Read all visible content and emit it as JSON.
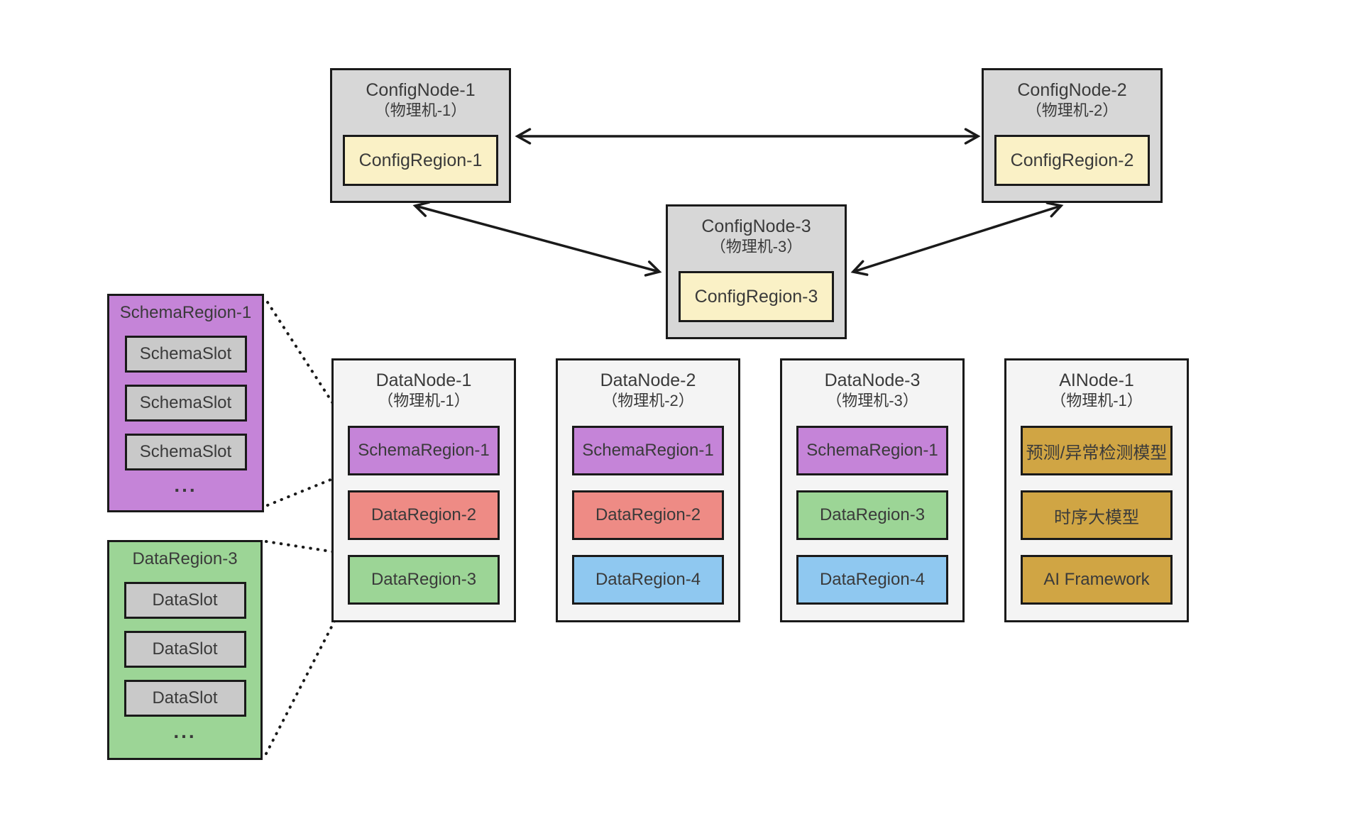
{
  "colors": {
    "config_node_bg": "#d7d7d7",
    "worker_node_bg": "#f4f4f4",
    "config_region_cream": "#faf1c6",
    "schema_region_purple": "#c584d8",
    "data_region_red": "#ee8b85",
    "data_region_green": "#9cd596",
    "data_region_blue": "#8fc8f0",
    "ai_region_gold": "#d0a544",
    "slot_gray": "#c9c9c9",
    "line_black": "#1a1a1a"
  },
  "config_nodes": [
    {
      "title": "ConfigNode-1",
      "subtitle": "（物理机-1）",
      "region": {
        "label": "ConfigRegion-1",
        "color": "#faf1c6"
      }
    },
    {
      "title": "ConfigNode-2",
      "subtitle": "（物理机-2）",
      "region": {
        "label": "ConfigRegion-2",
        "color": "#faf1c6"
      }
    },
    {
      "title": "ConfigNode-3",
      "subtitle": "（物理机-3）",
      "region": {
        "label": "ConfigRegion-3",
        "color": "#faf1c6"
      }
    }
  ],
  "worker_nodes": [
    {
      "title": "DataNode-1",
      "subtitle": "（物理机-1）",
      "regions": [
        {
          "label": "SchemaRegion-1",
          "color": "#c584d8"
        },
        {
          "label": "DataRegion-2",
          "color": "#ee8b85"
        },
        {
          "label": "DataRegion-3",
          "color": "#9cd596"
        }
      ]
    },
    {
      "title": "DataNode-2",
      "subtitle": "（物理机-2）",
      "regions": [
        {
          "label": "SchemaRegion-1",
          "color": "#c584d8"
        },
        {
          "label": "DataRegion-2",
          "color": "#ee8b85"
        },
        {
          "label": "DataRegion-4",
          "color": "#8fc8f0"
        }
      ]
    },
    {
      "title": "DataNode-3",
      "subtitle": "（物理机-3）",
      "regions": [
        {
          "label": "SchemaRegion-1",
          "color": "#c584d8"
        },
        {
          "label": "DataRegion-3",
          "color": "#9cd596"
        },
        {
          "label": "DataRegion-4",
          "color": "#8fc8f0"
        }
      ]
    },
    {
      "title": "AINode-1",
      "subtitle": "（物理机-1）",
      "regions": [
        {
          "label": "预测/异常检测模型",
          "color": "#d0a544"
        },
        {
          "label": "时序大模型",
          "color": "#d0a544"
        },
        {
          "label": "AI Framework",
          "color": "#d0a544"
        }
      ]
    }
  ],
  "schema_region_detail": {
    "title": "SchemaRegion-1",
    "color": "#c584d8",
    "slots": [
      "SchemaSlot",
      "SchemaSlot",
      "SchemaSlot"
    ],
    "ellipsis": "..."
  },
  "data_region_detail": {
    "title": "DataRegion-3",
    "color": "#9cd596",
    "slots": [
      "DataSlot",
      "DataSlot",
      "DataSlot"
    ],
    "ellipsis": "..."
  }
}
